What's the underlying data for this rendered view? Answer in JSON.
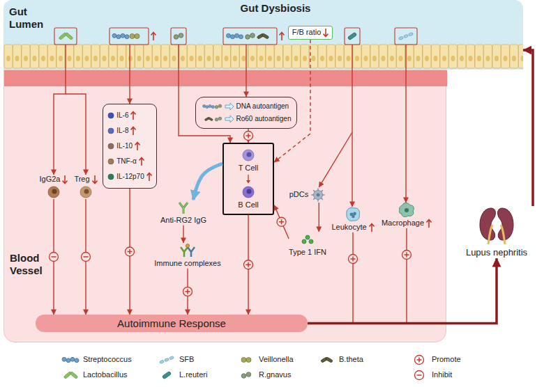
{
  "diagram": {
    "title": "Gut Dysbiosis",
    "nodes": [
      {
        "text": [
          "Gut Lumen"
        ]
      },
      {
        "text": [
          "F/B ratio"
        ],
        "in": 0
      },
      {
        "text": [
          "Blood Vessel"
        ]
      },
      {
        "text": [
          "IgG2a"
        ],
        "in": 2
      },
      {
        "text": [
          "Treg"
        ],
        "in": 2
      },
      {
        "text": [
          "IL-6",
          "IL-8",
          "IL-10",
          "TNF-α",
          "IL-12p70"
        ],
        "in": 2
      },
      {
        "text": [
          "DNA autoantigen",
          "Ro60 autoantigen"
        ],
        "in": 2
      },
      {
        "text": [
          "T Cell",
          "B Cell"
        ],
        "in": 2
      },
      {
        "text": [
          "pDCs"
        ],
        "in": 2
      },
      {
        "text": [
          "Leukocyte"
        ],
        "in": 2
      },
      {
        "text": [
          "Macrophage"
        ],
        "in": 2
      },
      {
        "text": [
          "Anti-RG2 IgG"
        ],
        "in": 2
      },
      {
        "text": [
          "Type 1 IFN"
        ],
        "in": 2
      },
      {
        "text": [
          "Immune complexes"
        ],
        "in": 2
      },
      {
        "text": [
          "Autoimmune Response"
        ],
        "in": 2
      },
      {
        "text": [
          "Lupus nephritis"
        ]
      }
    ],
    "edges": [
      {
        "from": 1,
        "to": 7,
        "arrow": "to"
      },
      {
        "from": 6,
        "to": 7,
        "arrow": "to"
      },
      {
        "from": 8,
        "to": 12,
        "arrow": "to"
      },
      {
        "from": 12,
        "to": 7,
        "arrow": "to"
      },
      {
        "from": 7,
        "to": 11,
        "arrow": "to"
      },
      {
        "from": 11,
        "to": 13,
        "arrow": "to"
      },
      {
        "from": 13,
        "to": 14,
        "arrow": "to"
      },
      {
        "from": 3,
        "to": 14,
        "arrow": "to"
      },
      {
        "from": 4,
        "to": 14,
        "arrow": "to"
      },
      {
        "from": 5,
        "to": 14,
        "arrow": "to"
      },
      {
        "from": 7,
        "to": 14,
        "arrow": "to"
      },
      {
        "from": 9,
        "to": 15,
        "arrow": "to"
      },
      {
        "from": 10,
        "to": 15,
        "arrow": "to"
      },
      {
        "from": 14,
        "to": 15,
        "arrow": "to"
      },
      {
        "from": 15,
        "to": 0,
        "arrow": "to"
      }
    ],
    "legend": [
      {
        "text": "Streptococcus"
      },
      {
        "text": "SFB"
      },
      {
        "text": "Veillonella"
      },
      {
        "text": "B.theta"
      },
      {
        "text": "Promote"
      },
      {
        "text": "Lactobacillus"
      },
      {
        "text": "L.reuteri"
      },
      {
        "text": "R.gnavus"
      },
      {
        "text": "Inhibit"
      }
    ]
  }
}
